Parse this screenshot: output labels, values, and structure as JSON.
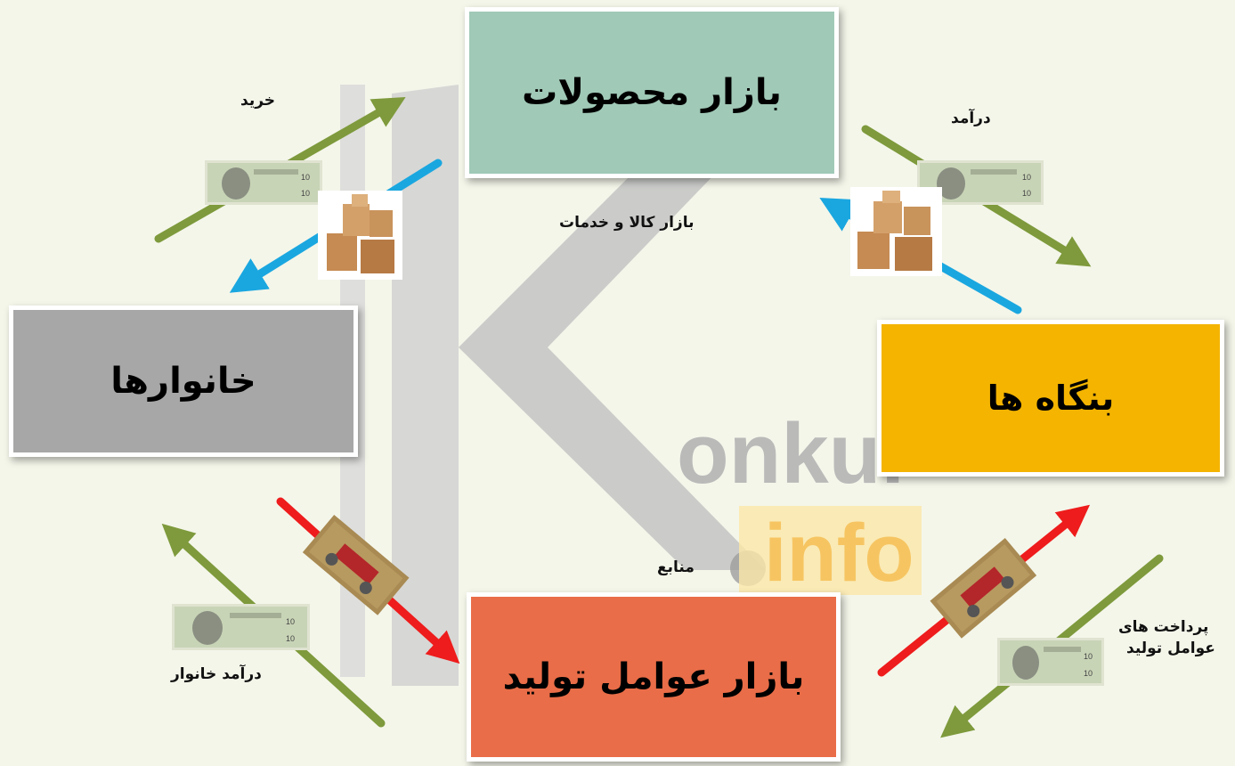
{
  "nodes": {
    "products_market": "بازار محصولات",
    "households": "خانوارها",
    "firms": "بنگاه ها",
    "factors_market": "بازار عوامل تولید"
  },
  "labels": {
    "purchase": "خرید",
    "income": "درآمد",
    "goods_services_market": "بازار کالا و خدمات",
    "resources": "منابع",
    "household_income": "درآمد خانوار",
    "factor_payments_line1": "پرداخت های",
    "factor_payments_line2": "عوامل تولید"
  },
  "watermark": "Konkur.info",
  "colors": {
    "money_flow": "#7e9a3c",
    "goods_flow": "#1aa7e0",
    "resource_flow": "#ee1c1c",
    "products_box": "#a0c9b7",
    "households_box": "#a7a7a7",
    "firms_box": "#f4b400",
    "factors_box": "#e96d48"
  }
}
